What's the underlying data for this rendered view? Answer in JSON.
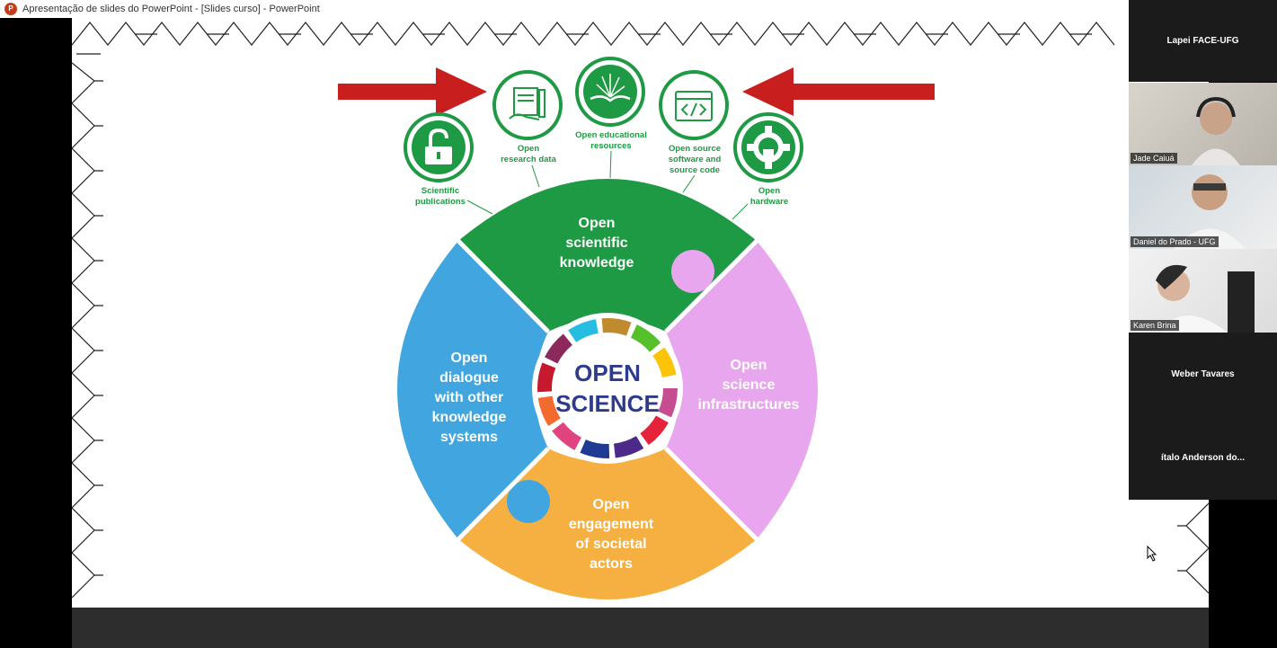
{
  "window": {
    "app_icon": "powerpoint-icon",
    "title": "Apresentação de slides do PowerPoint - [Slides curso] - PowerPoint"
  },
  "slide": {
    "icons": [
      {
        "name": "unlock-icon",
        "caption": [
          "Scientific",
          "publications"
        ]
      },
      {
        "name": "research-data-icon",
        "caption": [
          "Open",
          "research data"
        ]
      },
      {
        "name": "book-icon",
        "caption": [
          "Open educational",
          "resources"
        ]
      },
      {
        "name": "code-window-icon",
        "caption": [
          "Open source",
          "software and",
          "source code"
        ]
      },
      {
        "name": "gear-icon",
        "caption": [
          "Open",
          "hardware"
        ]
      }
    ],
    "pieces": {
      "top": [
        "Open",
        "scientific",
        "knowledge"
      ],
      "right": [
        "Open",
        "science",
        "infrastructures"
      ],
      "bottom": [
        "Open",
        "engagement",
        "of societal",
        "actors"
      ],
      "left": [
        "Open",
        "dialogue",
        "with other",
        "knowledge",
        "systems"
      ]
    },
    "center": [
      "OPEN",
      "SCIENCE"
    ],
    "colors": {
      "green": "#1f9a44",
      "pink": "#e8a6ee",
      "orange": "#f5b041",
      "blue": "#41a6e0",
      "arrow": "#c81e1e",
      "center_text": "#2e3a8c"
    }
  },
  "participants": {
    "top_name": "Lapei FACE-UFG",
    "video": [
      {
        "name": "Jade Caiuá"
      },
      {
        "name": "Daniel do Prado - UFG"
      },
      {
        "name": "Karen Brina"
      }
    ],
    "names": [
      "Weber Tavares",
      "ítalo Anderson do..."
    ]
  }
}
